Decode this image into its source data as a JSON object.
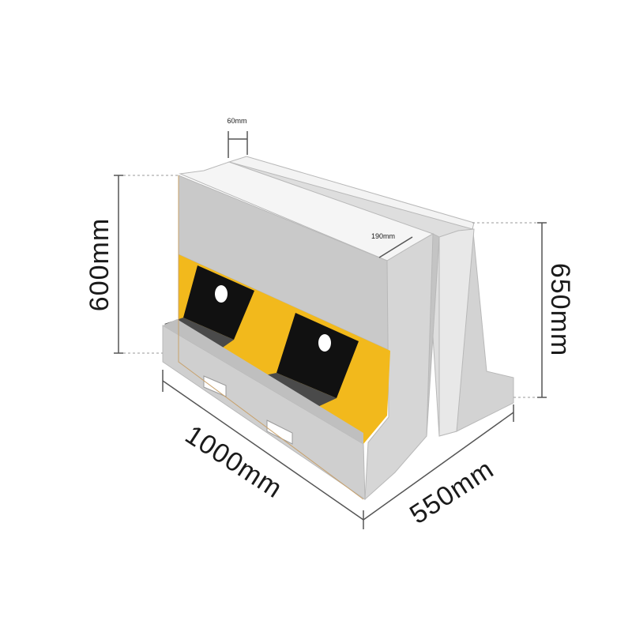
{
  "dimensions": {
    "length": "1000mm",
    "depth": "550mm",
    "height_front": "600mm",
    "height_back": "650mm",
    "top_width": "190mm",
    "lip_width": "60mm"
  },
  "colors": {
    "concrete": "#cfcfcf",
    "concrete_light": "#e6e6e6",
    "concrete_top": "#f4f4f4",
    "stripe_yellow": "#f2b91c",
    "stripe_black": "#111111",
    "shadow": "#4a4a4a"
  }
}
